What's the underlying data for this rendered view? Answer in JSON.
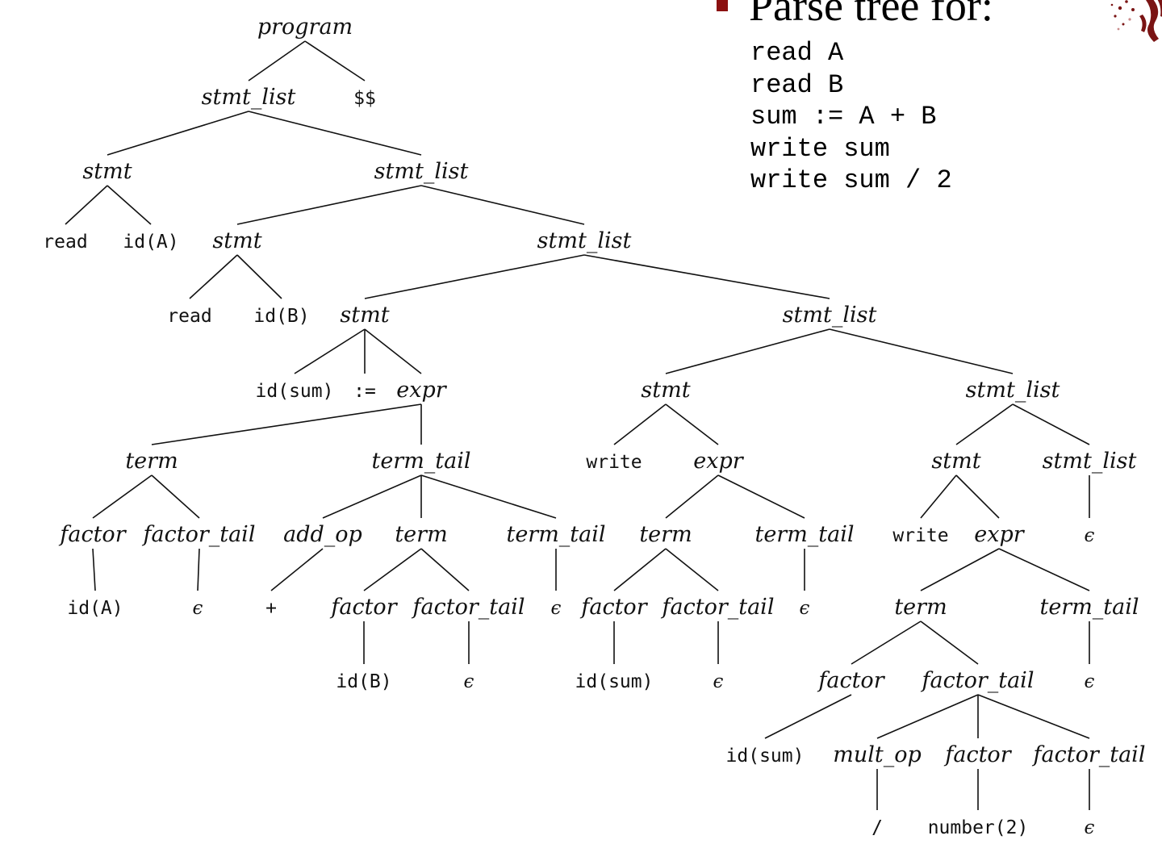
{
  "slide": {
    "title": "Parse tree for:",
    "code_lines": [
      "read A",
      "read B",
      "sum := A + B",
      "write sum",
      "write sum / 2"
    ],
    "colors": {
      "bullet": "#8b1010",
      "ornament": "#7a1414",
      "text": "#111111"
    },
    "ornament_icon": "decorative-flourish-icon"
  },
  "parse_tree": {
    "root": {
      "label": "program",
      "kind": "nonterminal",
      "children": [
        {
          "label": "stmt_list",
          "kind": "nonterminal",
          "children": [
            {
              "label": "stmt",
              "kind": "nonterminal",
              "children": [
                {
                  "label": "read",
                  "kind": "token"
                },
                {
                  "label": "id(A)",
                  "kind": "token"
                }
              ]
            },
            {
              "label": "stmt_list",
              "kind": "nonterminal",
              "children": [
                {
                  "label": "stmt",
                  "kind": "nonterminal",
                  "children": [
                    {
                      "label": "read",
                      "kind": "token"
                    },
                    {
                      "label": "id(B)",
                      "kind": "token"
                    }
                  ]
                },
                {
                  "label": "stmt_list",
                  "kind": "nonterminal",
                  "children": [
                    {
                      "label": "stmt",
                      "kind": "nonterminal",
                      "children": [
                        {
                          "label": "id(sum)",
                          "kind": "token"
                        },
                        {
                          "label": ":=",
                          "kind": "token"
                        },
                        {
                          "label": "expr",
                          "kind": "nonterminal",
                          "children": [
                            {
                              "label": "term",
                              "kind": "nonterminal",
                              "children": [
                                {
                                  "label": "factor",
                                  "kind": "nonterminal",
                                  "children": [
                                    {
                                      "label": "id(A)",
                                      "kind": "token"
                                    }
                                  ]
                                },
                                {
                                  "label": "factor_tail",
                                  "kind": "nonterminal",
                                  "children": [
                                    {
                                      "label": "ϵ",
                                      "kind": "epsilon"
                                    }
                                  ]
                                }
                              ]
                            },
                            {
                              "label": "term_tail",
                              "kind": "nonterminal",
                              "children": [
                                {
                                  "label": "add_op",
                                  "kind": "nonterminal",
                                  "children": [
                                    {
                                      "label": "+",
                                      "kind": "token"
                                    }
                                  ]
                                },
                                {
                                  "label": "term",
                                  "kind": "nonterminal",
                                  "children": [
                                    {
                                      "label": "factor",
                                      "kind": "nonterminal",
                                      "children": [
                                        {
                                          "label": "id(B)",
                                          "kind": "token"
                                        }
                                      ]
                                    },
                                    {
                                      "label": "factor_tail",
                                      "kind": "nonterminal",
                                      "children": [
                                        {
                                          "label": "ϵ",
                                          "kind": "epsilon"
                                        }
                                      ]
                                    }
                                  ]
                                },
                                {
                                  "label": "term_tail",
                                  "kind": "nonterminal",
                                  "children": [
                                    {
                                      "label": "ϵ",
                                      "kind": "epsilon"
                                    }
                                  ]
                                }
                              ]
                            }
                          ]
                        }
                      ]
                    },
                    {
                      "label": "stmt_list",
                      "kind": "nonterminal",
                      "children": [
                        {
                          "label": "stmt",
                          "kind": "nonterminal",
                          "children": [
                            {
                              "label": "write",
                              "kind": "token"
                            },
                            {
                              "label": "expr",
                              "kind": "nonterminal",
                              "children": [
                                {
                                  "label": "term",
                                  "kind": "nonterminal",
                                  "children": [
                                    {
                                      "label": "factor",
                                      "kind": "nonterminal",
                                      "children": [
                                        {
                                          "label": "id(sum)",
                                          "kind": "token"
                                        }
                                      ]
                                    },
                                    {
                                      "label": "factor_tail",
                                      "kind": "nonterminal",
                                      "children": [
                                        {
                                          "label": "ϵ",
                                          "kind": "epsilon"
                                        }
                                      ]
                                    }
                                  ]
                                },
                                {
                                  "label": "term_tail",
                                  "kind": "nonterminal",
                                  "children": [
                                    {
                                      "label": "ϵ",
                                      "kind": "epsilon"
                                    }
                                  ]
                                }
                              ]
                            }
                          ]
                        },
                        {
                          "label": "stmt_list",
                          "kind": "nonterminal",
                          "children": [
                            {
                              "label": "stmt",
                              "kind": "nonterminal",
                              "children": [
                                {
                                  "label": "write",
                                  "kind": "token"
                                },
                                {
                                  "label": "expr",
                                  "kind": "nonterminal",
                                  "children": [
                                    {
                                      "label": "term",
                                      "kind": "nonterminal",
                                      "children": [
                                        {
                                          "label": "factor",
                                          "kind": "nonterminal",
                                          "children": [
                                            {
                                              "label": "id(sum)",
                                              "kind": "token"
                                            }
                                          ]
                                        },
                                        {
                                          "label": "factor_tail",
                                          "kind": "nonterminal",
                                          "children": [
                                            {
                                              "label": "mult_op",
                                              "kind": "nonterminal",
                                              "children": [
                                                {
                                                  "label": "/",
                                                  "kind": "token"
                                                }
                                              ]
                                            },
                                            {
                                              "label": "factor",
                                              "kind": "nonterminal",
                                              "children": [
                                                {
                                                  "label": "number(2)",
                                                  "kind": "token"
                                                }
                                              ]
                                            },
                                            {
                                              "label": "factor_tail",
                                              "kind": "nonterminal",
                                              "children": [
                                                {
                                                  "label": "ϵ",
                                                  "kind": "epsilon"
                                                }
                                              ]
                                            }
                                          ]
                                        }
                                      ]
                                    },
                                    {
                                      "label": "term_tail",
                                      "kind": "nonterminal",
                                      "children": [
                                        {
                                          "label": "ϵ",
                                          "kind": "epsilon"
                                        }
                                      ]
                                    }
                                  ]
                                }
                              ]
                            },
                            {
                              "label": "stmt_list",
                              "kind": "nonterminal",
                              "children": [
                                {
                                  "label": "ϵ",
                                  "kind": "epsilon"
                                }
                              ]
                            }
                          ]
                        }
                      ]
                    }
                  ]
                }
              ]
            }
          ]
        },
        {
          "label": "$$",
          "kind": "token"
        }
      ]
    }
  }
}
